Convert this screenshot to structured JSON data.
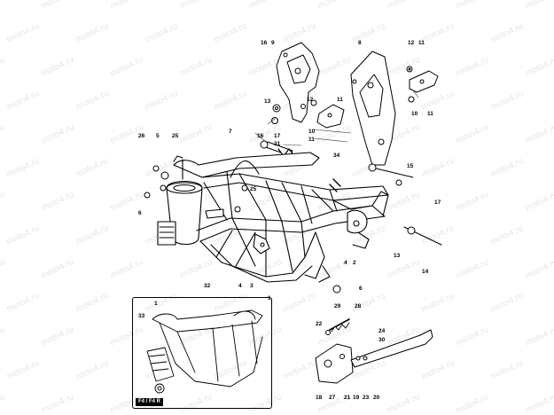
{
  "watermark": "moto4.ru",
  "badge": "F4 / F4 R",
  "callouts": {
    "c1": "16",
    "c2": "9",
    "c3": "8",
    "c4": "12",
    "c5": "11",
    "c6": "12",
    "c7": "11",
    "c8": "10",
    "c9": "11",
    "c10": "13",
    "c11": "16",
    "c12": "17",
    "c13": "10",
    "c14": "11",
    "c15": "31",
    "c16": "7",
    "c17": "26",
    "c18": "5",
    "c19": "25",
    "c20": "34",
    "c21": "15",
    "c22": "25",
    "c23": "6",
    "c24": "17",
    "c25": "13",
    "c26": "14",
    "c27": "4",
    "c28": "2",
    "c29": "32",
    "c30": "4",
    "c31": "3",
    "c32": "1",
    "c33": "6",
    "c34": "1",
    "c35": "33",
    "c36": "29",
    "c37": "28",
    "c38": "22",
    "c39": "24",
    "c40": "30",
    "c41": "18",
    "c42": "27",
    "c43": "21",
    "c44": "19",
    "c45": "23",
    "c46": "20"
  }
}
